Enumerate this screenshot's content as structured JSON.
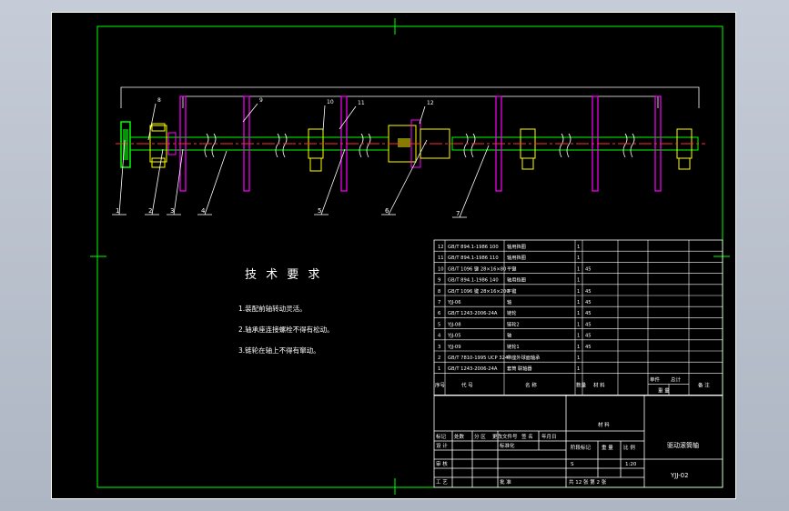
{
  "tech_requirements": {
    "title": "技 术 要 求",
    "items": [
      "1.装配前轴转动灵活。",
      "2.轴承座连接螺栓不得有松动。",
      "3.链轮在轴上不得有窜动。"
    ]
  },
  "balloons": [
    "1",
    "2",
    "3",
    "4",
    "5",
    "6",
    "7"
  ],
  "balloons_top": [
    "8",
    "9",
    "10",
    "11",
    "12"
  ],
  "bom": {
    "rows": [
      {
        "no": "12",
        "code": "GB/T 894.1-1986 100",
        "name": "轴用挡圈",
        "qty": "1",
        "material": "",
        "note": ""
      },
      {
        "no": "11",
        "code": "GB/T 894.1-1986 110",
        "name": "轴用挡圈",
        "qty": "1",
        "material": "",
        "note": ""
      },
      {
        "no": "10",
        "code": "GB/T 1096 键 28×16×80",
        "name": "平键",
        "qty": "1",
        "material": "45",
        "note": ""
      },
      {
        "no": "9",
        "code": "GB/T 894.1-1986 140",
        "name": "轴用挡圈",
        "qty": "1",
        "material": "",
        "note": ""
      },
      {
        "no": "8",
        "code": "GB/T 1096 键 28×16×200",
        "name": "平键",
        "qty": "1",
        "material": "45",
        "note": ""
      },
      {
        "no": "7",
        "code": "YJJ-06",
        "name": "轴",
        "qty": "1",
        "material": "45",
        "note": ""
      },
      {
        "no": "6",
        "code": "GB/T 1243-2006-24A",
        "name": "链轮",
        "qty": "1",
        "material": "45",
        "note": ""
      },
      {
        "no": "5",
        "code": "YJJ-08",
        "name": "链轮2",
        "qty": "1",
        "material": "45",
        "note": ""
      },
      {
        "no": "4",
        "code": "YJJ-05",
        "name": "轴",
        "qty": "1",
        "material": "45",
        "note": ""
      },
      {
        "no": "3",
        "code": "YJJ-09",
        "name": "链轮1",
        "qty": "1",
        "material": "45",
        "note": ""
      },
      {
        "no": "2",
        "code": "GB/T 7810-1995 UCP 324",
        "name": "带座外球面轴承",
        "qty": "1",
        "material": "",
        "note": ""
      },
      {
        "no": "1",
        "code": "GB/T 1243-2006-24A",
        "name": "套筒 联轴器",
        "qty": "1",
        "material": "",
        "note": ""
      }
    ],
    "header": {
      "no": "序号",
      "code": "代 号",
      "name": "名 称",
      "qty": "数量",
      "material": "材 料",
      "unit_weight": "单件",
      "total_weight": "总计",
      "weight": "重 量",
      "note": "备 注"
    }
  },
  "title_block": {
    "drawing_name": "驱动滚筒轴",
    "drawing_number": "YJJ-02",
    "labels": {
      "mark": "标记",
      "count": "处数",
      "zone": "分 区",
      "change_doc": "更改文件号",
      "signature": "签 名",
      "date": "年月日",
      "design": "设 计",
      "standardize": "标准化",
      "review": "审 核",
      "process": "工 艺",
      "approve": "批 准",
      "stage_mark": "阶段标记",
      "weight": "重 量",
      "scale": "比 例",
      "material": "材 料",
      "material_mark": "标 记"
    },
    "scale_value": "1:20",
    "stage_value": "S",
    "sheets": "共 12 张 第 2 张"
  },
  "colors": {
    "frame": "#ffffff",
    "outline": "#00ff00",
    "center": "#ff3030",
    "hatch": "#ff00ff",
    "part": "#ffff00",
    "balloon": "#ffffff"
  }
}
